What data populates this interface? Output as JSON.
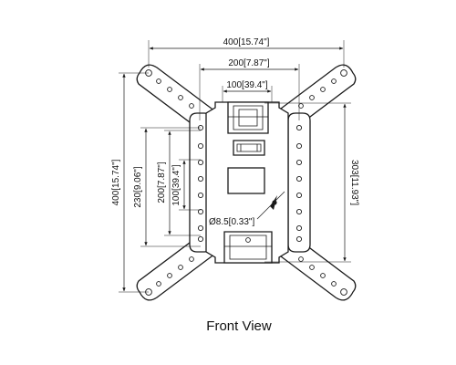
{
  "dimensions": {
    "width_400": "400[15.74\"]",
    "width_200": "200[7.87\"]",
    "width_100": "100[39.4\"]",
    "height_400": "400[15.74\"]",
    "height_230": "230[9.06\"]",
    "height_200": "200[7.87\"]",
    "height_100": "100[39.4\"]",
    "height_303": "303[11.93\"]",
    "hole_diameter": "Ø8.5[0.33\"]"
  },
  "caption": "Front View"
}
